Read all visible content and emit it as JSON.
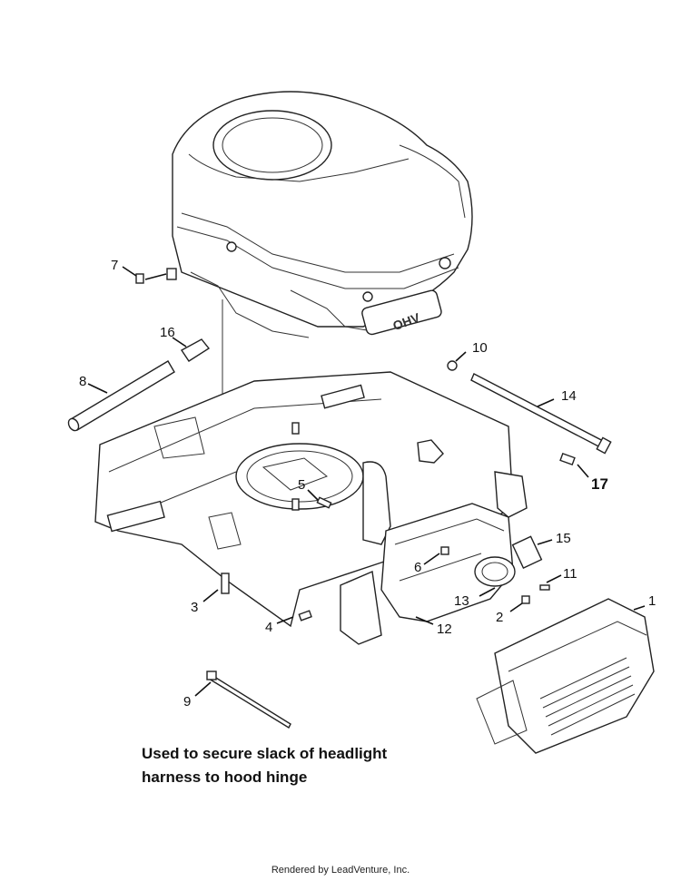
{
  "callouts": [
    {
      "id": "1",
      "label": "1"
    },
    {
      "id": "2",
      "label": "2"
    },
    {
      "id": "3",
      "label": "3"
    },
    {
      "id": "4",
      "label": "4"
    },
    {
      "id": "5",
      "label": "5"
    },
    {
      "id": "6",
      "label": "6"
    },
    {
      "id": "7",
      "label": "7"
    },
    {
      "id": "8",
      "label": "8"
    },
    {
      "id": "9",
      "label": "9"
    },
    {
      "id": "10",
      "label": "10"
    },
    {
      "id": "11",
      "label": "11"
    },
    {
      "id": "12",
      "label": "12"
    },
    {
      "id": "13",
      "label": "13"
    },
    {
      "id": "14",
      "label": "14"
    },
    {
      "id": "15",
      "label": "15"
    },
    {
      "id": "16",
      "label": "16"
    },
    {
      "id": "17",
      "label": "17"
    }
  ],
  "engine_label": "OHV",
  "note": {
    "line1": "Used to secure slack of headlight",
    "line2": "harness to hood hinge"
  },
  "footer": "Rendered by LeadVenture, Inc."
}
